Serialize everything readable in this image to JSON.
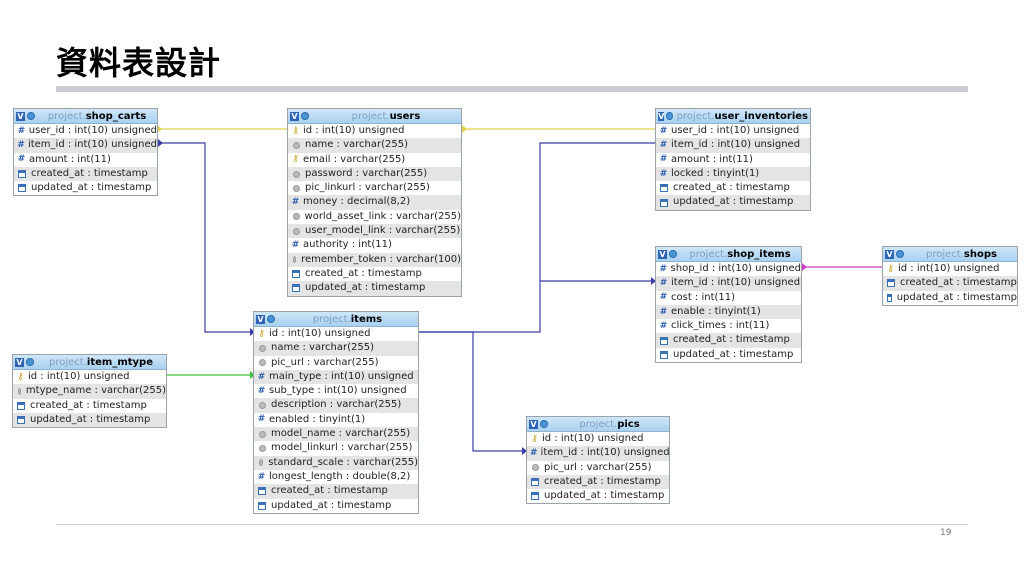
{
  "slide": {
    "title": "資料表設計",
    "page_number": "19"
  },
  "project_label": "project",
  "tables": {
    "shop_carts": {
      "name": "shop_carts",
      "columns": [
        {
          "text": "user_id : int(10) unsigned",
          "icon": "hash"
        },
        {
          "text": "item_id : int(10) unsigned",
          "icon": "hash"
        },
        {
          "text": "amount : int(11)",
          "icon": "hash"
        },
        {
          "text": "created_at : timestamp",
          "icon": "time"
        },
        {
          "text": "updated_at : timestamp",
          "icon": "time"
        }
      ]
    },
    "users": {
      "name": "users",
      "columns": [
        {
          "text": "id : int(10) unsigned",
          "icon": "key"
        },
        {
          "text": "name : varchar(255)",
          "icon": "text"
        },
        {
          "text": "email : varchar(255)",
          "icon": "key"
        },
        {
          "text": "password : varchar(255)",
          "icon": "text"
        },
        {
          "text": "pic_linkurl : varchar(255)",
          "icon": "text"
        },
        {
          "text": "money : decimal(8,2)",
          "icon": "hash"
        },
        {
          "text": "world_asset_link : varchar(255)",
          "icon": "text"
        },
        {
          "text": "user_model_link : varchar(255)",
          "icon": "text"
        },
        {
          "text": "authority : int(11)",
          "icon": "hash"
        },
        {
          "text": "remember_token : varchar(100)",
          "icon": "text"
        },
        {
          "text": "created_at : timestamp",
          "icon": "time"
        },
        {
          "text": "updated_at : timestamp",
          "icon": "time"
        }
      ]
    },
    "user_inventories": {
      "name": "user_inventories",
      "columns": [
        {
          "text": "user_id : int(10) unsigned",
          "icon": "hash"
        },
        {
          "text": "item_id : int(10) unsigned",
          "icon": "hash"
        },
        {
          "text": "amount : int(11)",
          "icon": "hash"
        },
        {
          "text": "locked : tinyint(1)",
          "icon": "hash"
        },
        {
          "text": "created_at : timestamp",
          "icon": "time"
        },
        {
          "text": "updated_at : timestamp",
          "icon": "time"
        }
      ]
    },
    "shop_items": {
      "name": "shop_items",
      "columns": [
        {
          "text": "shop_id : int(10) unsigned",
          "icon": "hash"
        },
        {
          "text": "item_id : int(10) unsigned",
          "icon": "hash"
        },
        {
          "text": "cost : int(11)",
          "icon": "hash"
        },
        {
          "text": "enable : tinyint(1)",
          "icon": "hash"
        },
        {
          "text": "click_times : int(11)",
          "icon": "hash"
        },
        {
          "text": "created_at : timestamp",
          "icon": "time"
        },
        {
          "text": "updated_at : timestamp",
          "icon": "time"
        }
      ]
    },
    "shops": {
      "name": "shops",
      "columns": [
        {
          "text": "id : int(10) unsigned",
          "icon": "key"
        },
        {
          "text": "created_at : timestamp",
          "icon": "time"
        },
        {
          "text": "updated_at : timestamp",
          "icon": "time"
        }
      ]
    },
    "items": {
      "name": "items",
      "columns": [
        {
          "text": "id : int(10) unsigned",
          "icon": "key"
        },
        {
          "text": "name : varchar(255)",
          "icon": "text"
        },
        {
          "text": "pic_url : varchar(255)",
          "icon": "text"
        },
        {
          "text": "main_type : int(10) unsigned",
          "icon": "hash"
        },
        {
          "text": "sub_type : int(10) unsigned",
          "icon": "hash"
        },
        {
          "text": "description : varchar(255)",
          "icon": "text"
        },
        {
          "text": "enabled : tinyint(1)",
          "icon": "hash"
        },
        {
          "text": "model_name : varchar(255)",
          "icon": "text"
        },
        {
          "text": "model_linkurl : varchar(255)",
          "icon": "text"
        },
        {
          "text": "standard_scale : varchar(255)",
          "icon": "text"
        },
        {
          "text": "longest_length : double(8,2)",
          "icon": "hash"
        },
        {
          "text": "created_at : timestamp",
          "icon": "time"
        },
        {
          "text": "updated_at : timestamp",
          "icon": "time"
        }
      ]
    },
    "item_mtype": {
      "name": "item_mtype",
      "columns": [
        {
          "text": "id : int(10) unsigned",
          "icon": "key"
        },
        {
          "text": "mtype_name : varchar(255)",
          "icon": "text"
        },
        {
          "text": "created_at : timestamp",
          "icon": "time"
        },
        {
          "text": "updated_at : timestamp",
          "icon": "time"
        }
      ]
    },
    "pics": {
      "name": "pics",
      "columns": [
        {
          "text": "id : int(10) unsigned",
          "icon": "key"
        },
        {
          "text": "item_id : int(10) unsigned",
          "icon": "hash"
        },
        {
          "text": "pic_url : varchar(255)",
          "icon": "text"
        },
        {
          "text": "created_at : timestamp",
          "icon": "time"
        },
        {
          "text": "updated_at : timestamp",
          "icon": "time"
        }
      ]
    }
  },
  "colors": {
    "yellow_link": "#e0d24a",
    "blue_link": "#3a3ea8",
    "green_link": "#3fbf3f",
    "magenta_link": "#c83fc0"
  }
}
